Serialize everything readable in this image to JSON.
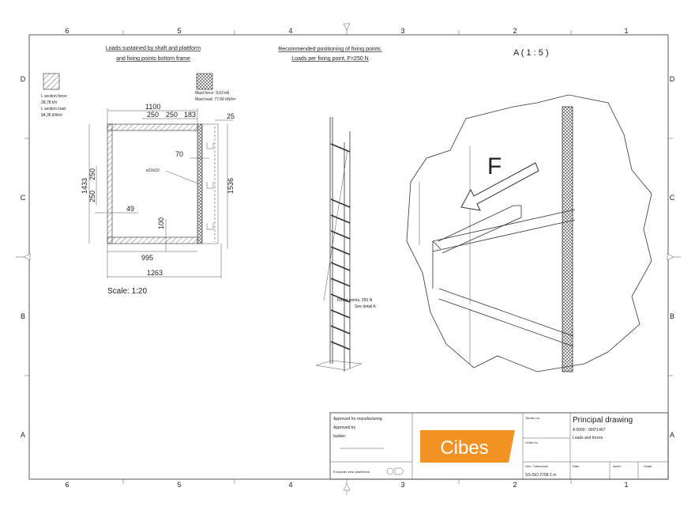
{
  "grid": {
    "columns": [
      "6",
      "5",
      "4",
      "3",
      "2",
      "1"
    ],
    "rows": [
      "D",
      "C",
      "B",
      "A"
    ]
  },
  "plan": {
    "heading_line1": "Loads  sustained  by shaft and plattform",
    "heading_line2": "and fixing points bottom frame",
    "legend_l_force_label": "L section force:",
    "legend_l_force_value": "28,78 kN",
    "legend_l_load_label": "L section load:",
    "legend_l_load_value": "94,36 kN/m²",
    "mast_force": "Mast  force:  9,63  kN",
    "mast_load": "Mast  load:  77,66  kN/m²",
    "dims": {
      "width_top": "1100",
      "seg1": "250",
      "seg2": "250",
      "seg3": "183",
      "right_gap": "25",
      "height_left": "1433",
      "v1": "250",
      "v2": "250",
      "height_right": "1536",
      "mast_width": "70",
      "hole": "ø10x10",
      "wall": "49",
      "bottom": "100",
      "inner_width": "995",
      "outer_width": "1263"
    },
    "scale": "Scale: 1:20"
  },
  "ladder": {
    "heading_line1": "Recommended   positioning of fixing points.",
    "heading_line2": "Loads  per fixing point, F=250  N",
    "note_line1": "Fixing  points, 250 N",
    "note_line2": "See  detail A"
  },
  "detail": {
    "title": "A ( 1 : 5 )",
    "force_label": "F"
  },
  "title_block": {
    "approved_manufacturing": "Approved  for manufacturing",
    "approved_by": "Approved by",
    "builder": "builder:",
    "view_placement": "European   view placement",
    "logo": "Cibes",
    "brand_color": "#f39323",
    "tender_no": "Tender no:",
    "order_no": "Order no",
    "gen_tolerances": "Gen. Tolerances",
    "tolerance_std": "SS-ISO 2768-1 m",
    "drawing_title": "Principal drawing",
    "drawing_model": "A 5000 - 900*1467",
    "drawing_subtitle": "Loads and forces",
    "date": "Date",
    "sheet": "sheet",
    "scale": "Scale:"
  }
}
